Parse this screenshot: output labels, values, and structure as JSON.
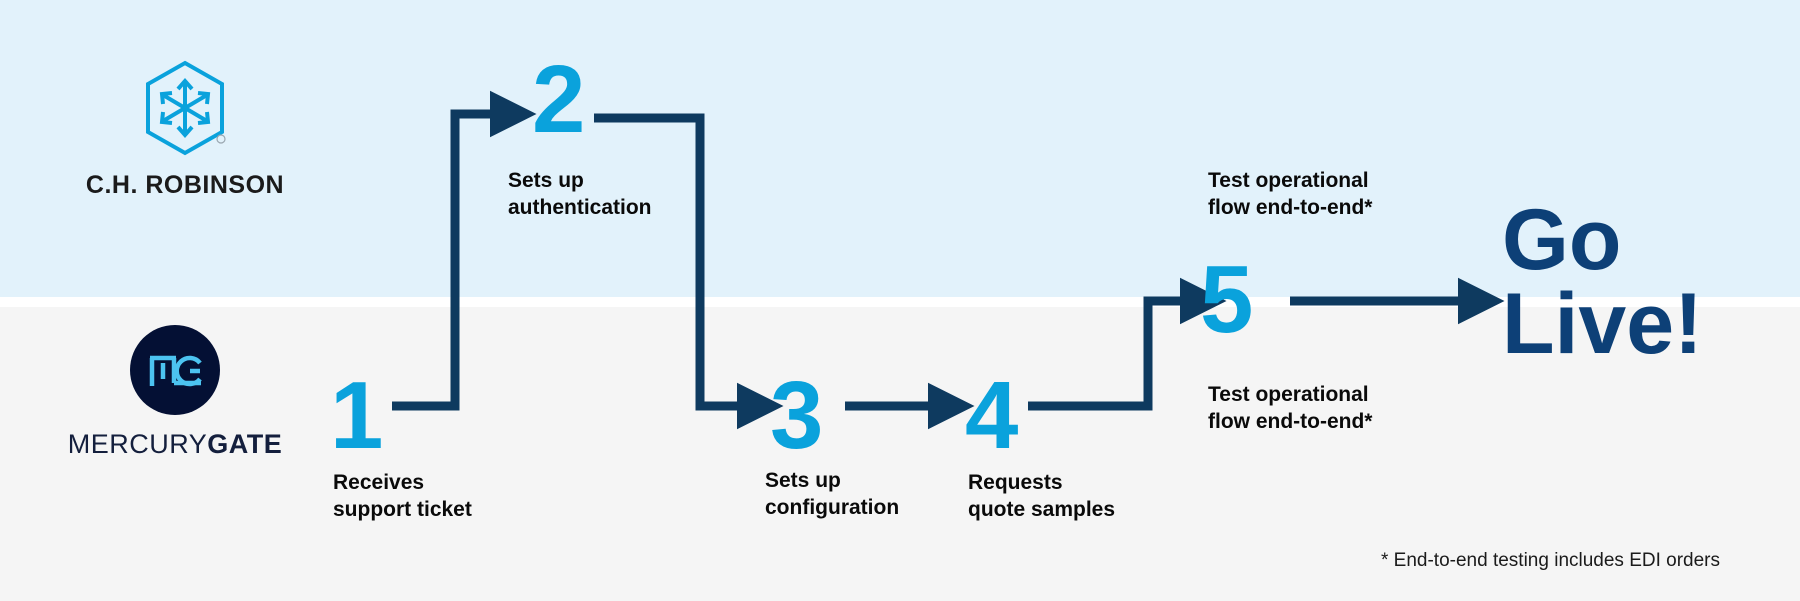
{
  "bands": {
    "top_color": "#e2f2fb",
    "bottom_color": "#f5f5f5"
  },
  "colors": {
    "step_number_blue": "#0aa2dc",
    "arrow_navy": "#0e3a5f",
    "go_live_navy": "#0d4077",
    "label_black": "#0a0a0a",
    "mg_circle_navy": "#041034",
    "mg_mark_blue": "#4cc3f0",
    "chr_mark_blue": "#0aa2dc"
  },
  "logos": {
    "chrobinson": {
      "icon_name": "hexagon-arrows-icon",
      "wordmark": "C.H. ROBINSON"
    },
    "mercurygate": {
      "icon_name": "mg-monogram-icon",
      "wordmark_light": "MERCURY",
      "wordmark_bold": "GATE"
    }
  },
  "steps": [
    {
      "number": "1",
      "label": "Receives\nsupport ticket",
      "lane": "mercurygate"
    },
    {
      "number": "2",
      "label": "Sets up\nauthentication",
      "lane": "chrobinson"
    },
    {
      "number": "3",
      "label": "Sets up\nconfiguration",
      "lane": "mercurygate"
    },
    {
      "number": "4",
      "label": "Requests\nquote samples",
      "lane": "mercurygate"
    },
    {
      "number": "5",
      "label_top": "Test operational\nflow end-to-end*",
      "label_bottom": "Test operational\nflow end-to-end*",
      "lane": "both"
    }
  ],
  "outcome": {
    "text": "Go\nLive!"
  },
  "footnote": {
    "text": "* End-to-end testing includes EDI orders"
  }
}
